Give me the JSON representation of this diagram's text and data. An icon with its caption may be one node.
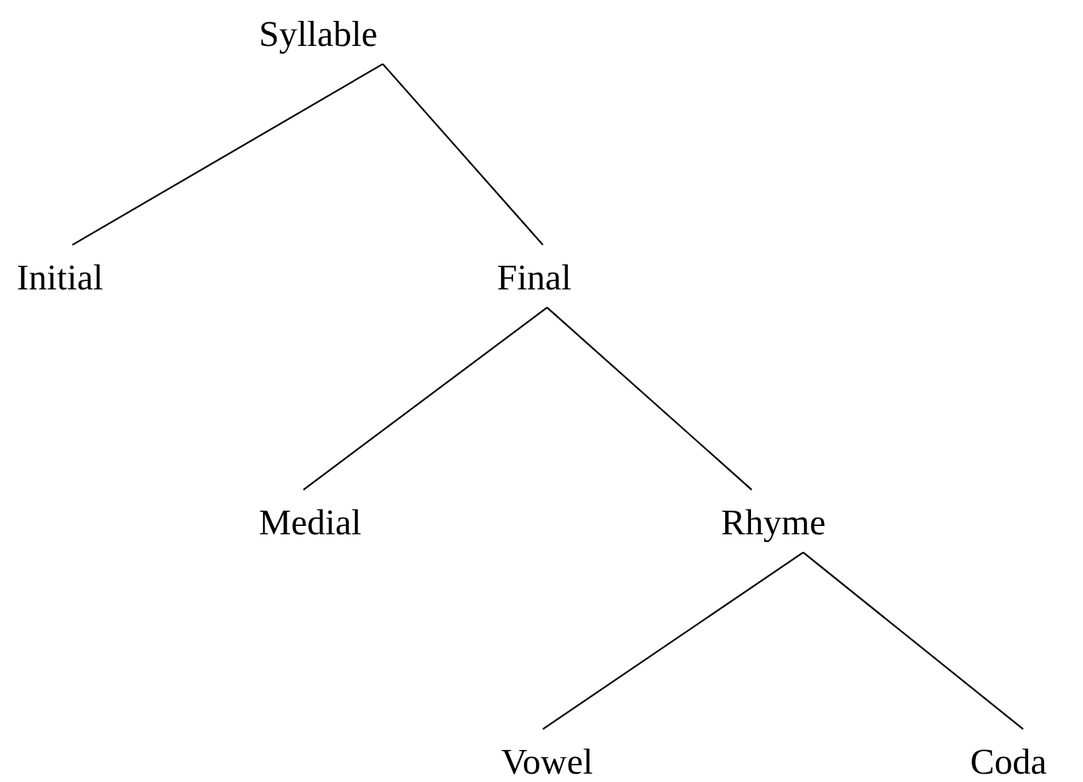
{
  "diagram": {
    "nodes": [
      {
        "text": [
          "Syllable"
        ]
      },
      {
        "text": [
          "Initial"
        ]
      },
      {
        "text": [
          "Final"
        ]
      },
      {
        "text": [
          "Medial"
        ]
      },
      {
        "text": [
          "Rhyme"
        ]
      },
      {
        "text": [
          "Vowel"
        ]
      },
      {
        "text": [
          "Coda"
        ]
      }
    ],
    "edges": [
      {
        "from": 0,
        "to": 1,
        "arrow": "none"
      },
      {
        "from": 0,
        "to": 2,
        "arrow": "none"
      },
      {
        "from": 2,
        "to": 3,
        "arrow": "none"
      },
      {
        "from": 2,
        "to": 4,
        "arrow": "none"
      },
      {
        "from": 4,
        "to": 5,
        "arrow": "none"
      },
      {
        "from": 4,
        "to": 6,
        "arrow": "none"
      }
    ]
  }
}
